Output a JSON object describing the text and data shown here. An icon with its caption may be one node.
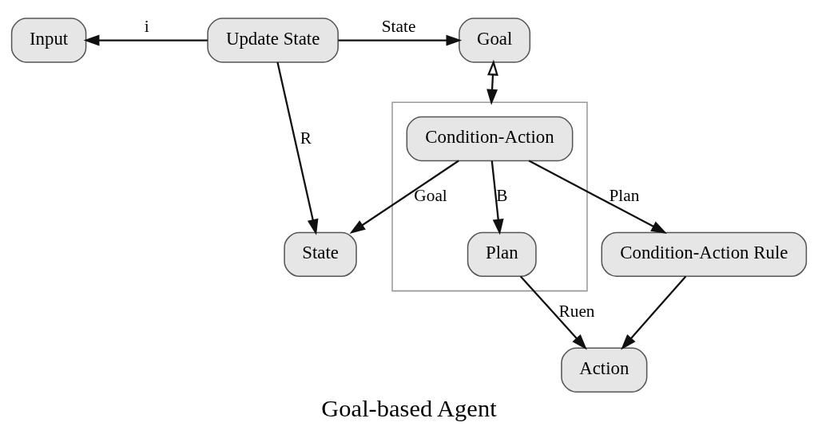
{
  "diagram": {
    "caption": "Goal-based Agent",
    "nodes": [
      {
        "text": [
          "Input"
        ]
      },
      {
        "text": [
          "Update State"
        ]
      },
      {
        "text": [
          "Goal"
        ]
      },
      {
        "text": [
          "State"
        ]
      },
      {
        "text": [],
        "shape": "box"
      },
      {
        "text": [
          "Condition-Action"
        ],
        "in": 4
      },
      {
        "text": [
          "Plan"
        ],
        "in": 4
      },
      {
        "text": [
          "Condition-Action Rule"
        ]
      },
      {
        "text": [
          "Action"
        ]
      }
    ],
    "edges": [
      {
        "from": 1,
        "to": 0,
        "arrow": "to",
        "label": "i"
      },
      {
        "from": 1,
        "to": 2,
        "arrow": "to",
        "label": "State"
      },
      {
        "from": 1,
        "to": 3,
        "arrow": "to",
        "label": "R"
      },
      {
        "from": 2,
        "to": 4,
        "arrow": "both"
      },
      {
        "from": 5,
        "to": 3,
        "arrow": "to",
        "label": "Goal"
      },
      {
        "from": 5,
        "to": 7,
        "arrow": "to",
        "label": "Plan"
      },
      {
        "from": 5,
        "to": 6,
        "arrow": "to",
        "label": "B"
      },
      {
        "from": 6,
        "to": 8,
        "arrow": "to",
        "label": "Ruen"
      },
      {
        "from": 7,
        "to": 8,
        "arrow": "to"
      }
    ]
  }
}
